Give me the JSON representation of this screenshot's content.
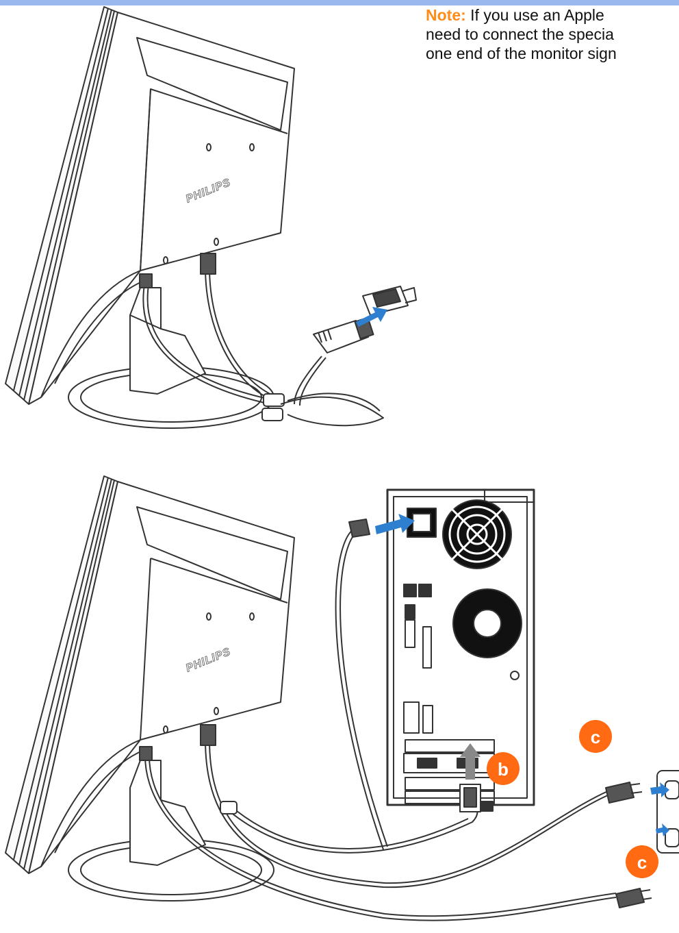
{
  "note": {
    "label": "Note:",
    "lines": [
      "If you use an Apple",
      "need to connect the specia",
      "one end of the monitor sign"
    ]
  },
  "figure1": {
    "monitor_logo": "PHILIPS"
  },
  "figure2": {
    "monitor_logo": "PHILIPS",
    "badges": [
      "b",
      "c",
      "c"
    ]
  },
  "colors": {
    "accent_orange": "#ff6a13",
    "arrow_blue": "#2f7fd0",
    "top_bar": "#9ab8ec"
  }
}
